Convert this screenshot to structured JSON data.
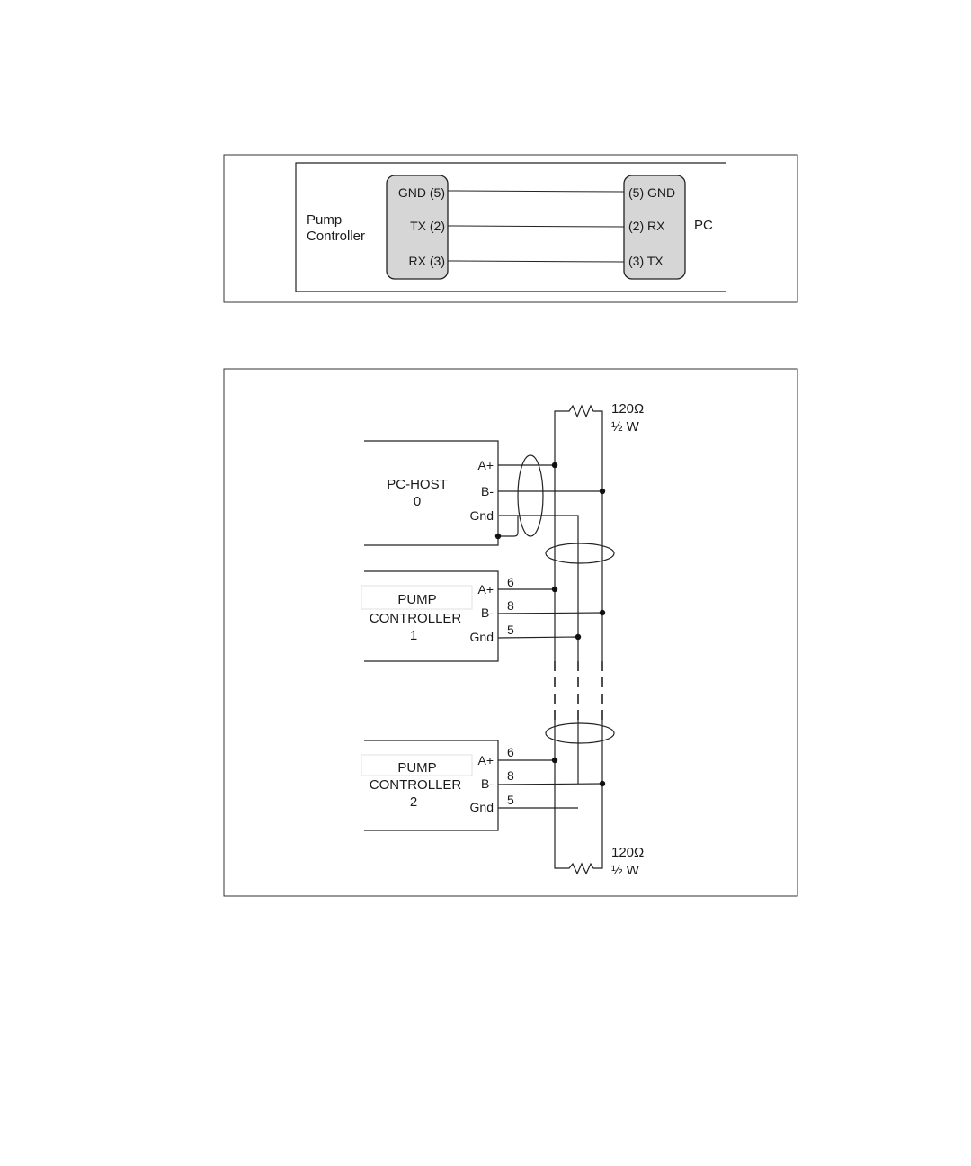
{
  "rs232": {
    "left_label_line1": "Pump",
    "left_label_line2": "Controller",
    "right_label": "PC",
    "left_pins": [
      "GND (5)",
      "TX (2)",
      "RX (3)"
    ],
    "right_pins": [
      "(5) GND",
      "(2) RX",
      "(3) TX"
    ]
  },
  "rs485": {
    "resistor_top_value": "120Ω",
    "resistor_top_power": "½ W",
    "resistor_bottom_value": "120Ω",
    "resistor_bottom_power": "½ W",
    "host": {
      "line1": "PC-HOST",
      "line2": "0",
      "pins": [
        "A+",
        "B-",
        "Gnd"
      ]
    },
    "controller1": {
      "line1": "PUMP",
      "line2": "CONTROLLER",
      "line3": "1",
      "pins": [
        "A+",
        "B-",
        "Gnd"
      ],
      "pin_numbers": [
        "6",
        "8",
        "5"
      ]
    },
    "controller2": {
      "line1": "PUMP",
      "line2": "CONTROLLER",
      "line3": "2",
      "pins": [
        "A+",
        "B-",
        "Gnd"
      ],
      "pin_numbers": [
        "6",
        "8",
        "5"
      ]
    }
  }
}
